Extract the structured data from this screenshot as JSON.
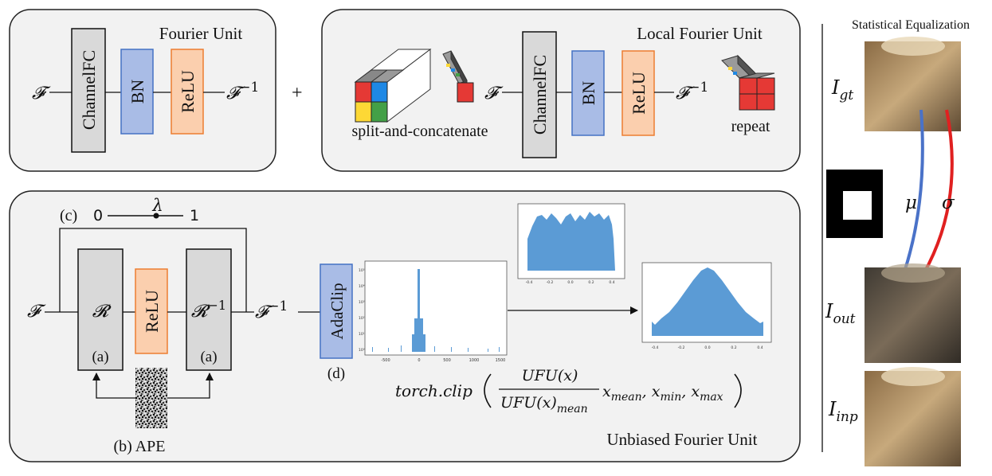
{
  "fourier_unit": {
    "title": "Fourier Unit",
    "input": "𝓕",
    "output": "𝓕",
    "output_sup": "−1",
    "blocks": [
      "ChannelFC",
      "BN",
      "ReLU"
    ]
  },
  "plus": "+",
  "local_fourier_unit": {
    "title": "Local Fourier Unit",
    "input": "𝓕",
    "output": "𝓕",
    "output_sup": "−1",
    "blocks": [
      "ChannelFC",
      "BN",
      "ReLU"
    ],
    "split_label": "split-and-concatenate",
    "repeat_label": "repeat"
  },
  "unbiased_fourier_unit": {
    "title": "Unbiased Fourier Unit",
    "input": "𝓕",
    "output": "𝓕",
    "output_sup": "−1",
    "c_label": "(c)",
    "lambda_left": "0",
    "lambda_symbol": "λ",
    "lambda_right": "1",
    "r_block": "𝓡",
    "r_label": "(a)",
    "relu": "ReLU",
    "rinv_block": "𝓡",
    "rinv_sup": "−1",
    "rinv_label": "(a)",
    "ape_label": "(b) APE",
    "adaclip": "AdaClip",
    "adaclip_label": "(d)",
    "formula": {
      "fn": "torch.clip",
      "numerator": "UFU(x)",
      "denominator": "UFU(x)",
      "denominator_sub": "mean",
      "x_mean": "x",
      "x_mean_sub": "mean",
      "x_min": "x",
      "x_min_sub": "min",
      "x_max": "x",
      "x_max_sub": "max"
    },
    "hist1_ticks": [
      "-500",
      "0",
      "500",
      "1000",
      "1500"
    ],
    "hist1_yticks": [
      "10⁵",
      "10⁴",
      "10³",
      "10²",
      "10¹",
      "10⁰"
    ],
    "hist2_ticks": [
      "-0.4",
      "-0.2",
      "0.0",
      "0.2",
      "0.4"
    ],
    "hist3_ticks": [
      "-0.4",
      "-0.2",
      "0.0",
      "0.2",
      "0.4"
    ]
  },
  "statistical_equalization": {
    "title": "Statistical Equalization",
    "i_gt": "I",
    "i_gt_sub": "gt",
    "i_out": "I",
    "i_out_sub": "out",
    "i_inp": "I",
    "i_inp_sub": "inp",
    "mu": "μ",
    "sigma": "σ",
    "colors": {
      "mu_arrow": "#4a72c8",
      "sigma_arrow": "#e02020"
    }
  },
  "colors": {
    "panel_fill": "#f2f2f2",
    "channelfc_fill": "#d9d9d9",
    "bn_fill": "#a9bce6",
    "bn_stroke": "#4472c4",
    "relu_fill": "#fbcfae",
    "relu_stroke": "#ed7d31",
    "hist_blue": "#5b9bd5"
  }
}
